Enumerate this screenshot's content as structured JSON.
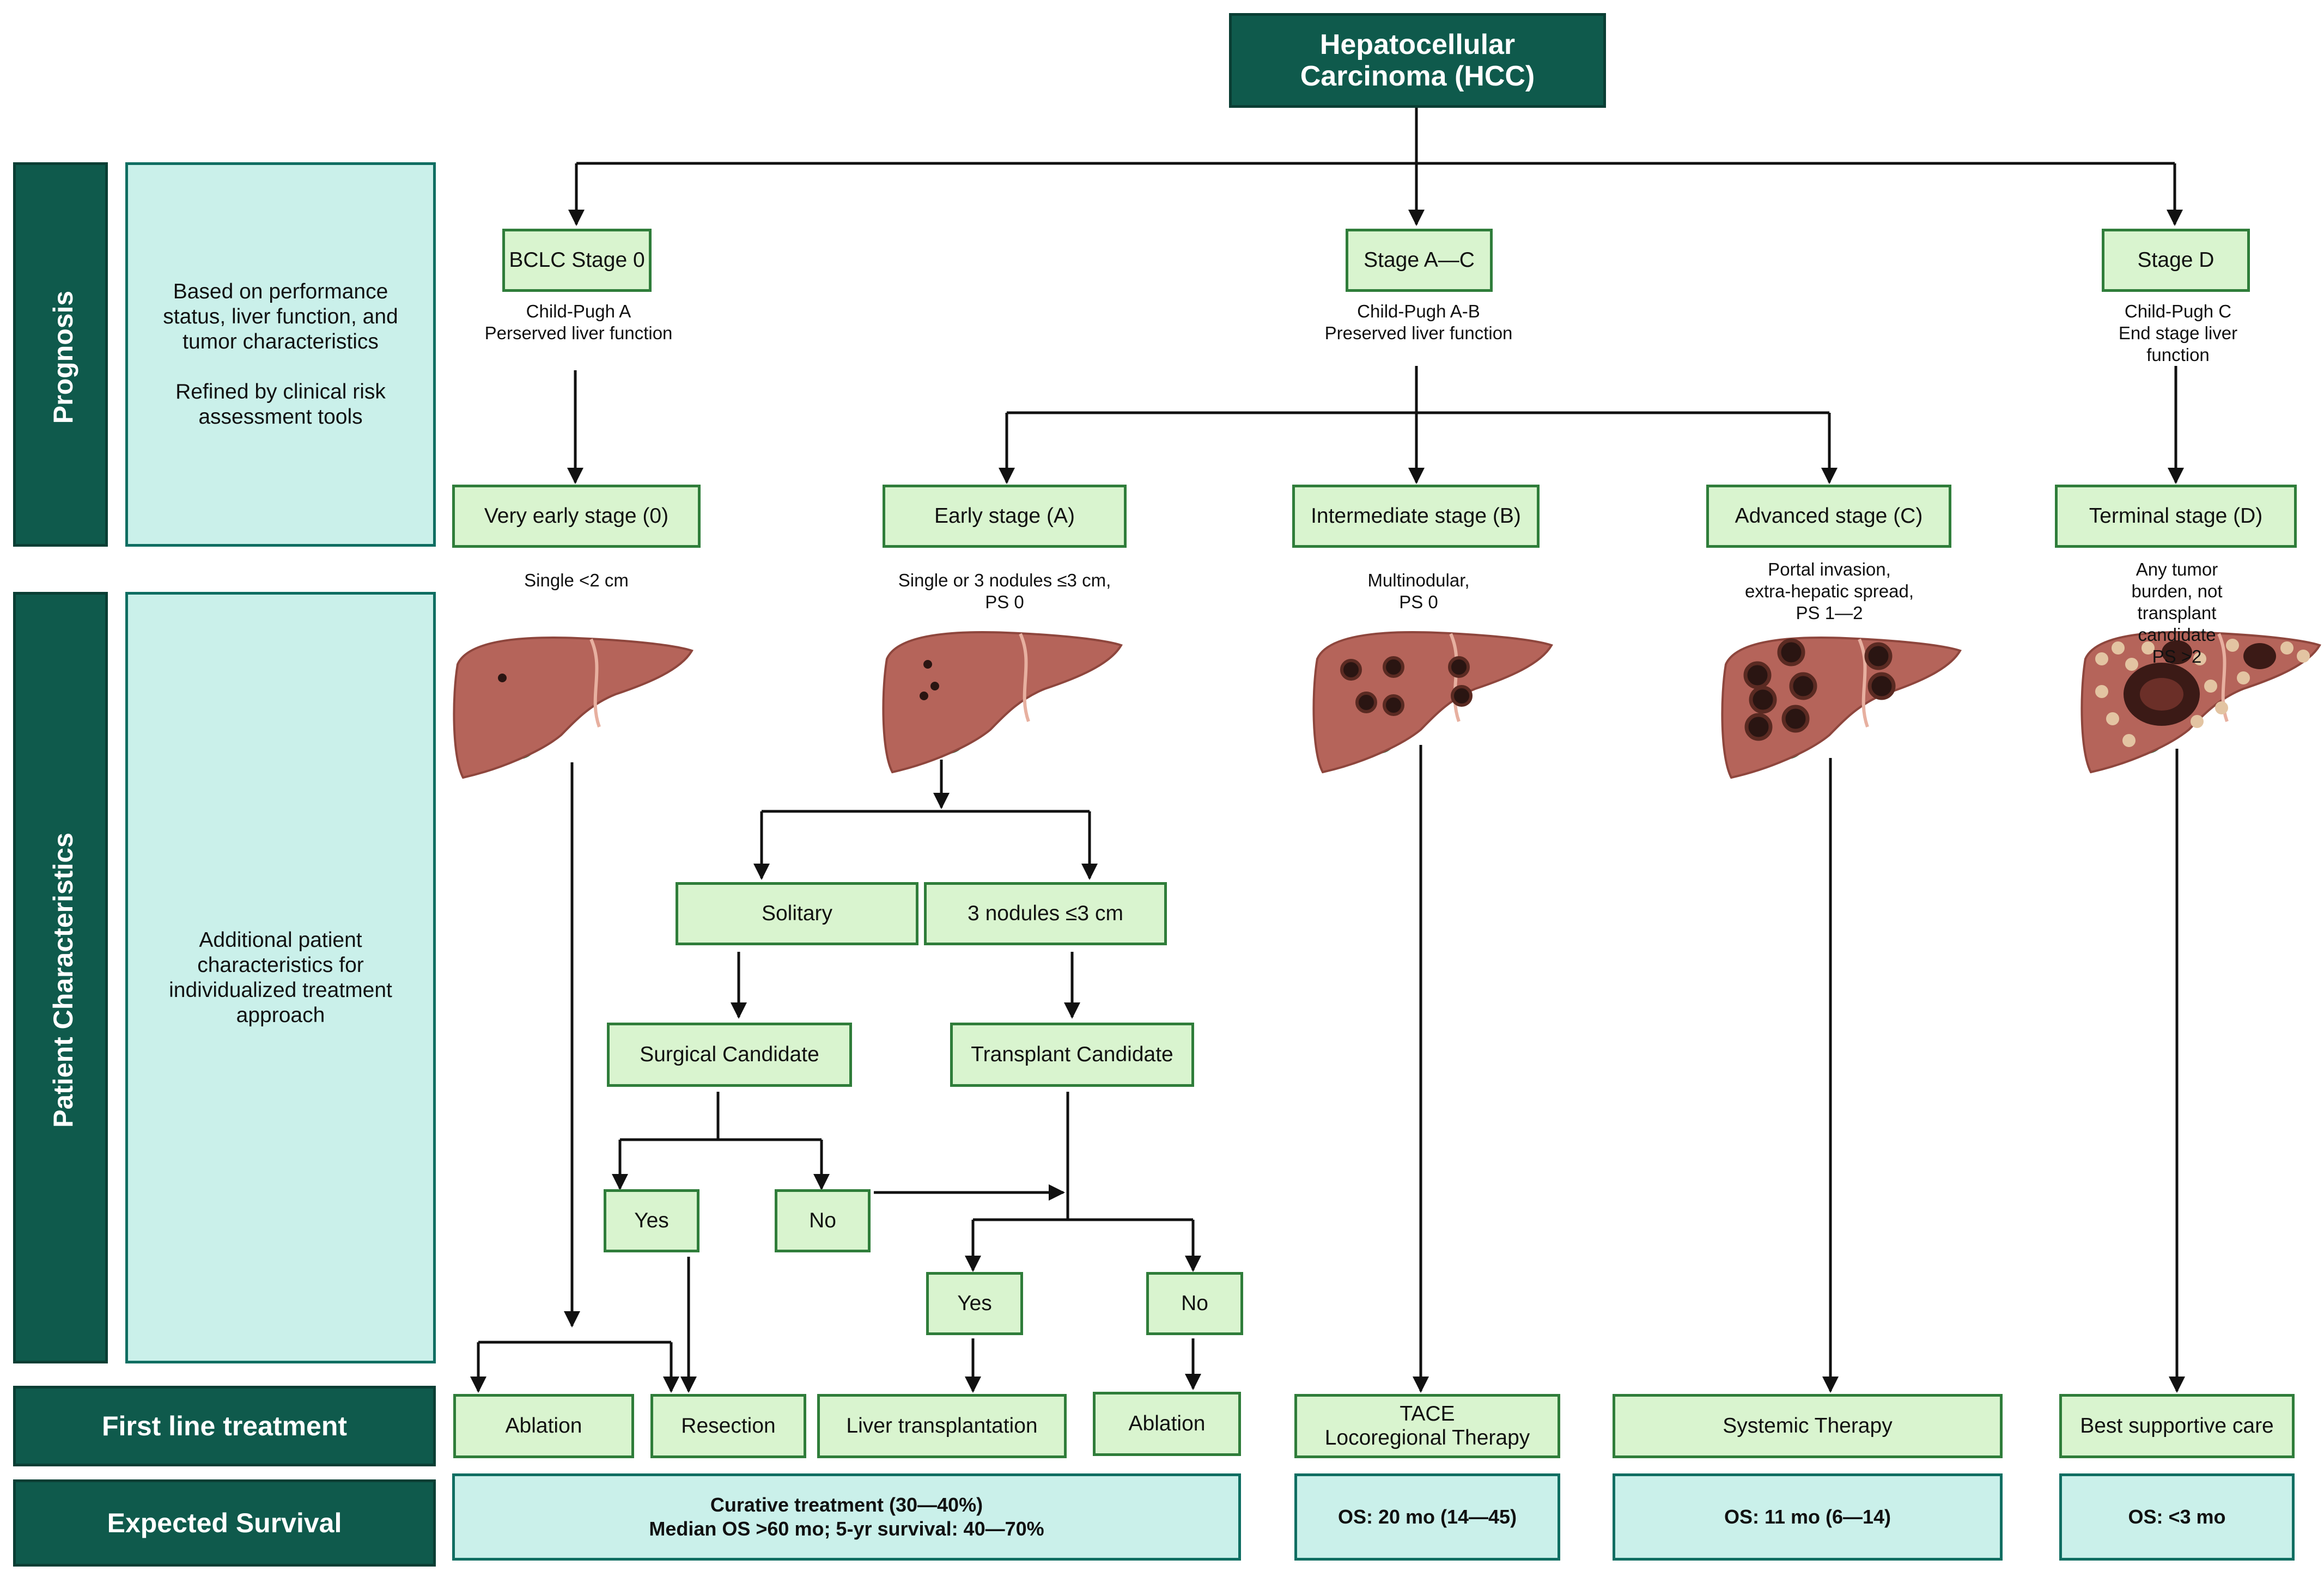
{
  "root": {
    "label": "Hepatocellular\nCarcinoma (HCC)"
  },
  "sidebar": {
    "prognosis": "Prognosis",
    "prognosis_text": "Based on performance\nstatus, liver function, and\ntumor characteristics\n\nRefined by clinical risk\nassessment tools",
    "patient": "Patient Characteristics",
    "patient_text": "Additional patient\ncharacteristics for\nindividualized treatment\napproach",
    "first_line": "First line treatment",
    "survival": "Expected Survival"
  },
  "bclc": {
    "stage0": {
      "label": "BCLC Stage 0",
      "note": "Child-Pugh A\nPerserved liver function"
    },
    "stageAC": {
      "label": "Stage A—C",
      "note": "Child-Pugh A-B\nPreserved liver function"
    },
    "stageD": {
      "label": "Stage D",
      "note": "Child-Pugh C\nEnd stage liver function"
    }
  },
  "stages": {
    "very_early": {
      "label": "Very early stage (0)",
      "note": "Single <2 cm"
    },
    "early": {
      "label": "Early stage (A)",
      "note": "Single or 3 nodules ≤3 cm,\nPS 0"
    },
    "intermediate": {
      "label": "Intermediate stage (B)",
      "note": "Multinodular,\nPS 0"
    },
    "advanced": {
      "label": "Advanced stage (C)",
      "note": "Portal invasion,\nextra-hepatic spread,\nPS 1—2"
    },
    "terminal": {
      "label": "Terminal stage (D)",
      "note": "Any tumor burden, not\ntransplant candidate\nPS >2"
    }
  },
  "decisions": {
    "solitary": "Solitary",
    "three_nodules": "3 nodules ≤3 cm",
    "surgical": "Surgical Candidate",
    "transplant": "Transplant Candidate",
    "surg_yes": "Yes",
    "surg_no": "No",
    "trans_yes": "Yes",
    "trans_no": "No"
  },
  "treatments": {
    "ablation1": "Ablation",
    "resection": "Resection",
    "liver_tx": "Liver transplantation",
    "ablation2": "Ablation",
    "tace": "TACE\nLocoregional Therapy",
    "systemic": "Systemic Therapy",
    "supportive": "Best supportive care"
  },
  "survival": {
    "curative": "Curative treatment (30—40%)\nMedian OS >60 mo; 5-yr survival: 40—70%",
    "intermediate": "OS: 20 mo (14—45)",
    "advanced": "OS: 11 mo (6—14)",
    "terminal": "OS: <3 mo"
  },
  "colors": {
    "dark_green": "#0f5a4c",
    "light_teal": "#caf0ea",
    "stage_green": "#d9f4cf",
    "liver": "#b5645a",
    "tumor": "#2a1512"
  }
}
